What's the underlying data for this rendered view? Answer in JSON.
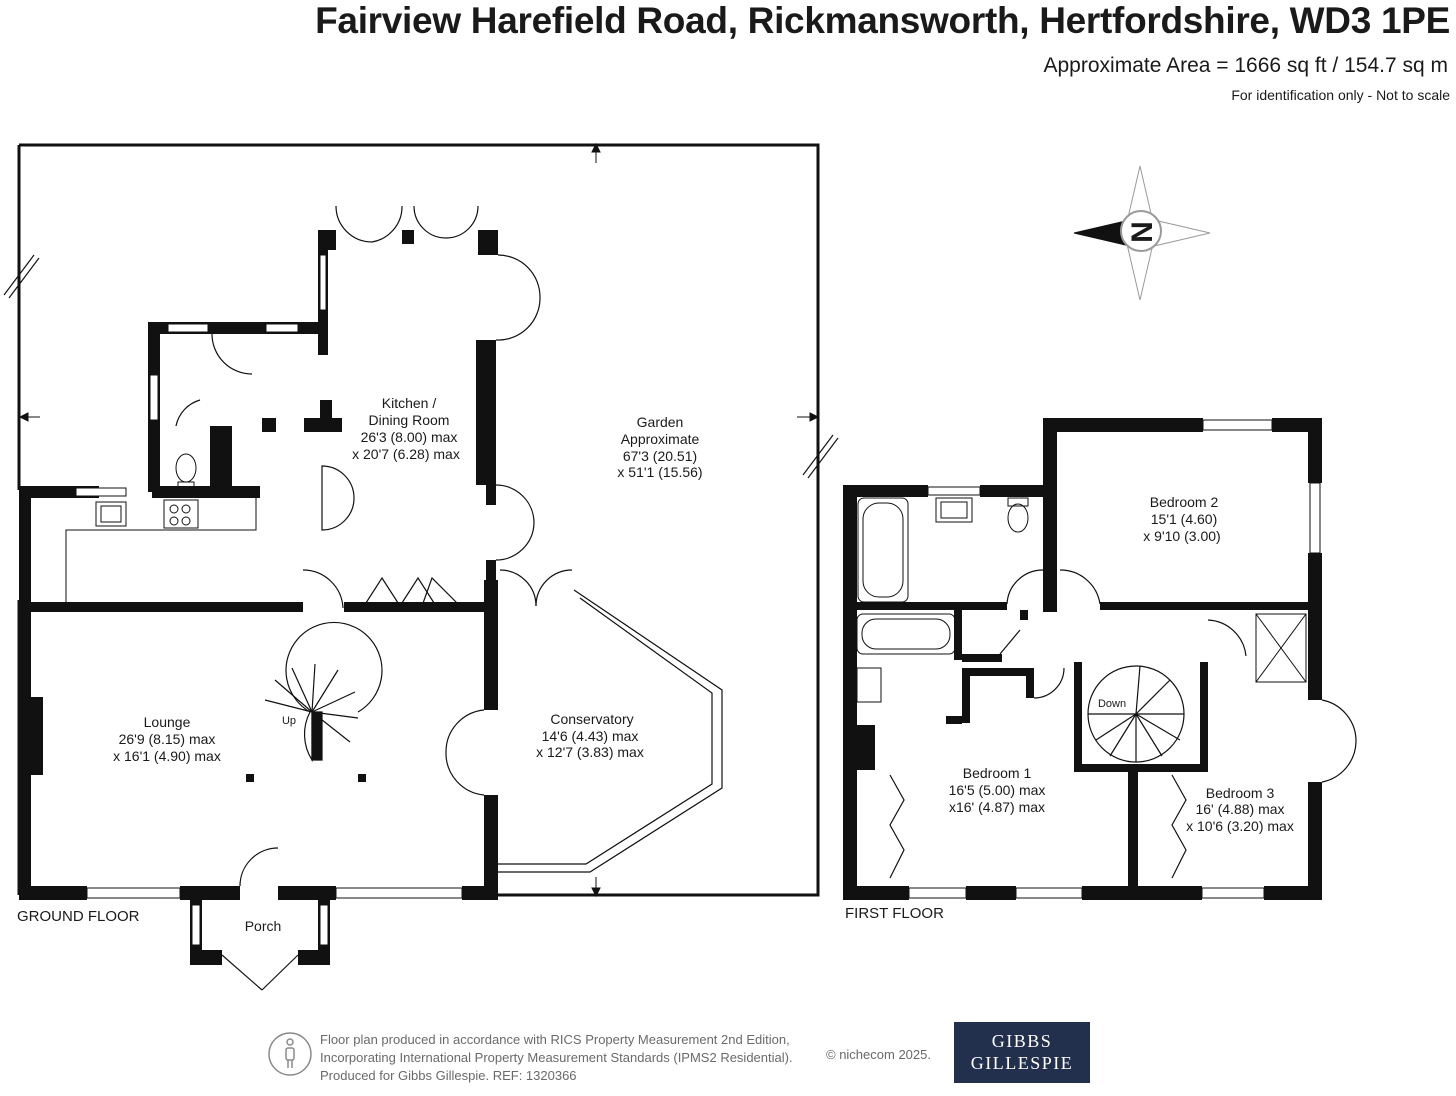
{
  "header": {
    "address": "Fairview Harefield Road, Rickmansworth, Hertfordshire, WD3 1PE",
    "area": "Approximate Area = 1666 sq ft / 154.7 sq m",
    "identification": "For identification only - Not to scale"
  },
  "compass": {
    "letter": "N"
  },
  "ground_floor": {
    "label": "GROUND FLOOR",
    "rooms": {
      "kitchen": {
        "name1": "Kitchen /",
        "name2": "Dining Room",
        "dim1": "26'3 (8.00) max",
        "dim2": "x 20'7 (6.28) max"
      },
      "garden": {
        "name1": "Garden",
        "name2": "Approximate",
        "dim1": "67'3 (20.51)",
        "dim2": "x 51'1 (15.56)"
      },
      "lounge": {
        "name": "Lounge",
        "dim1": "26'9 (8.15) max",
        "dim2": "x 16'1 (4.90) max"
      },
      "conservatory": {
        "name": "Conservatory",
        "dim1": "14'6 (4.43) max",
        "dim2": "x 12'7 (3.83) max"
      },
      "porch": {
        "name": "Porch"
      }
    },
    "stairs_label": "Up"
  },
  "first_floor": {
    "label": "FIRST FLOOR",
    "rooms": {
      "bedroom1": {
        "name": "Bedroom 1",
        "dim1": "16'5 (5.00) max",
        "dim2": "x16' (4.87) max"
      },
      "bedroom2": {
        "name": "Bedroom 2",
        "dim1": "15'1 (4.60)",
        "dim2": "x 9'10 (3.00)"
      },
      "bedroom3": {
        "name": "Bedroom 3",
        "dim1": "16' (4.88) max",
        "dim2": "x 10'6 (3.20) max"
      }
    },
    "stairs_label": "Down"
  },
  "footer": {
    "line1": "Floor plan produced in accordance with RICS Property Measurement 2nd Edition,",
    "line2": "Incorporating International Property Measurement Standards (IPMS2 Residential).",
    "line3": "Produced for Gibbs Gillespie.   REF:  1320366",
    "copyright": "© nichecom 2025.",
    "logo_line1": "GIBBS",
    "logo_line2": "GILLESPIE"
  },
  "colors": {
    "wall": "#111111",
    "logo_bg": "#22304d",
    "window": "#ffffff",
    "compass": "#9a9a9a"
  }
}
